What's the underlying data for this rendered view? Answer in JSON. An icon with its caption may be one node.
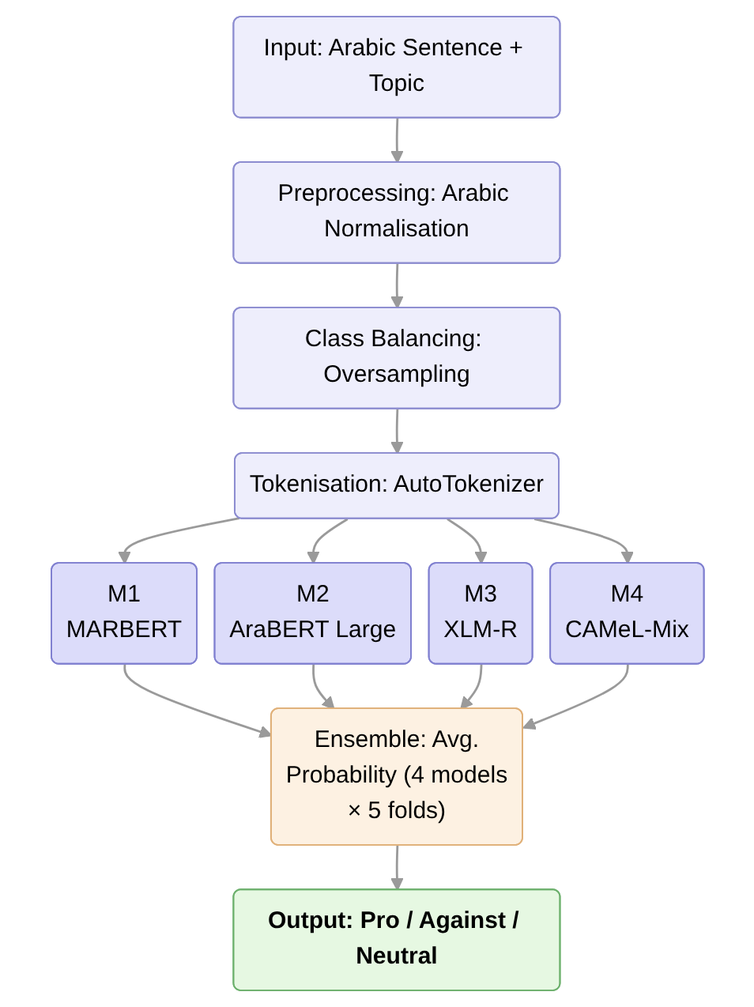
{
  "diagram": {
    "nodes": [
      {
        "text": [
          "Input: Arabic Sentence + Topic"
        ]
      },
      {
        "text": [
          "Preprocessing: Arabic Normalisation"
        ]
      },
      {
        "text": [
          "Class Balancing: Oversampling"
        ]
      },
      {
        "text": [
          "Tokenisation: AutoTokenizer"
        ]
      },
      {
        "text": [
          "M1",
          "MARBERT"
        ]
      },
      {
        "text": [
          "M2",
          "AraBERT Large"
        ]
      },
      {
        "text": [
          "M3",
          "XLM-R"
        ]
      },
      {
        "text": [
          "M4",
          "CAMeL-Mix"
        ]
      },
      {
        "text": [
          "Ensemble: Avg. Probability (4 models × 5 folds)"
        ]
      },
      {
        "text": [
          "Output: Pro / Against / Neutral"
        ]
      }
    ],
    "edges": [
      {
        "from": 0,
        "to": 1,
        "arrow": "to"
      },
      {
        "from": 1,
        "to": 2,
        "arrow": "to"
      },
      {
        "from": 2,
        "to": 3,
        "arrow": "to"
      },
      {
        "from": 3,
        "to": 4,
        "arrow": "to"
      },
      {
        "from": 3,
        "to": 5,
        "arrow": "to"
      },
      {
        "from": 3,
        "to": 6,
        "arrow": "to"
      },
      {
        "from": 3,
        "to": 7,
        "arrow": "to"
      },
      {
        "from": 4,
        "to": 8,
        "arrow": "to"
      },
      {
        "from": 5,
        "to": 8,
        "arrow": "to"
      },
      {
        "from": 6,
        "to": 8,
        "arrow": "to"
      },
      {
        "from": 7,
        "to": 8,
        "arrow": "to"
      },
      {
        "from": 8,
        "to": 9,
        "arrow": "to"
      }
    ]
  }
}
